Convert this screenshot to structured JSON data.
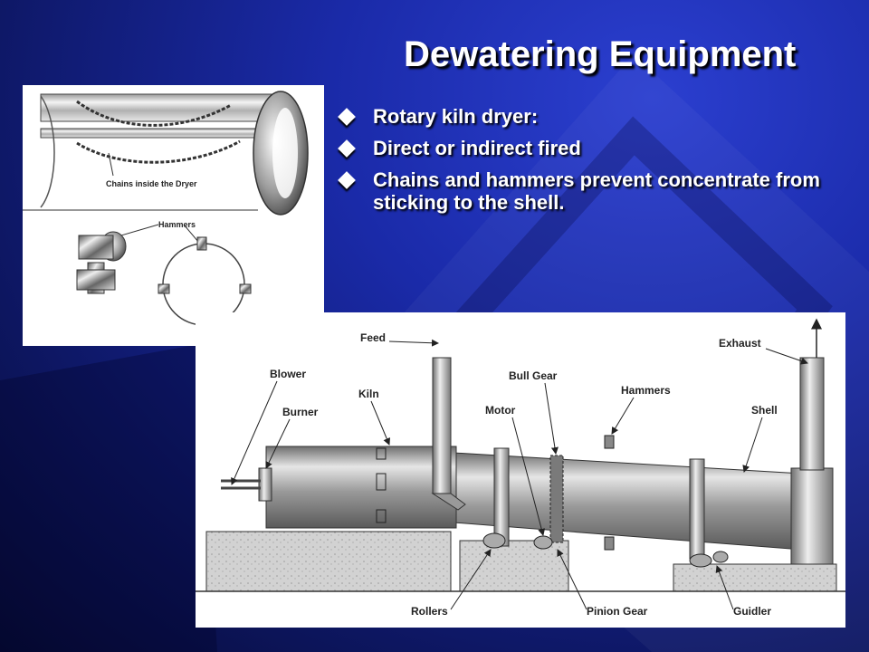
{
  "slide": {
    "title": "Dewatering Equipment",
    "bullets": [
      "Rotary kiln dryer:",
      "Direct or indirect fired",
      "Chains and hammers prevent concentrate from sticking to the shell."
    ]
  },
  "top_diagram": {
    "labels": {
      "chains": "Chains inside the Dryer",
      "hammers": "Hammers"
    }
  },
  "kiln_diagram": {
    "labels": {
      "feed": "Feed",
      "exhaust": "Exhaust",
      "blower": "Blower",
      "kiln": "Kiln",
      "bull_gear": "Bull Gear",
      "hammers": "Hammers",
      "motor": "Motor",
      "burner": "Burner",
      "shell": "Shell",
      "rollers": "Rollers",
      "pinion_gear": "Pinion Gear",
      "guidler": "Guidler"
    }
  }
}
